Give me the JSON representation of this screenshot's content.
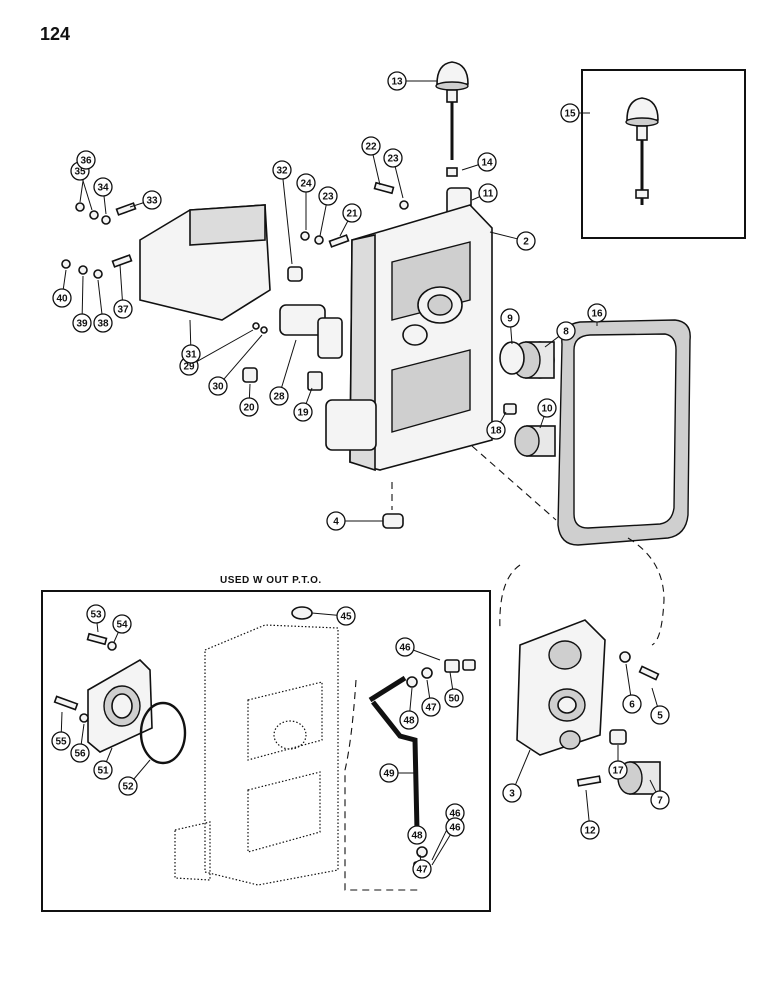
{
  "page_number": "124",
  "inset_title": "USED W OUT P.T.O.",
  "callouts": [
    "2",
    "3",
    "4",
    "5",
    "6",
    "7",
    "8",
    "9",
    "10",
    "11",
    "12",
    "13",
    "14",
    "15",
    "16",
    "17",
    "18",
    "19",
    "20",
    "21",
    "22",
    "23",
    "23",
    "24",
    "28",
    "29",
    "30",
    "31",
    "32",
    "33",
    "34",
    "35",
    "36",
    "37",
    "38",
    "39",
    "40",
    "45",
    "46",
    "46",
    "46",
    "47",
    "47",
    "48",
    "48",
    "49",
    "50",
    "51",
    "52",
    "53",
    "54",
    "55",
    "56"
  ]
}
